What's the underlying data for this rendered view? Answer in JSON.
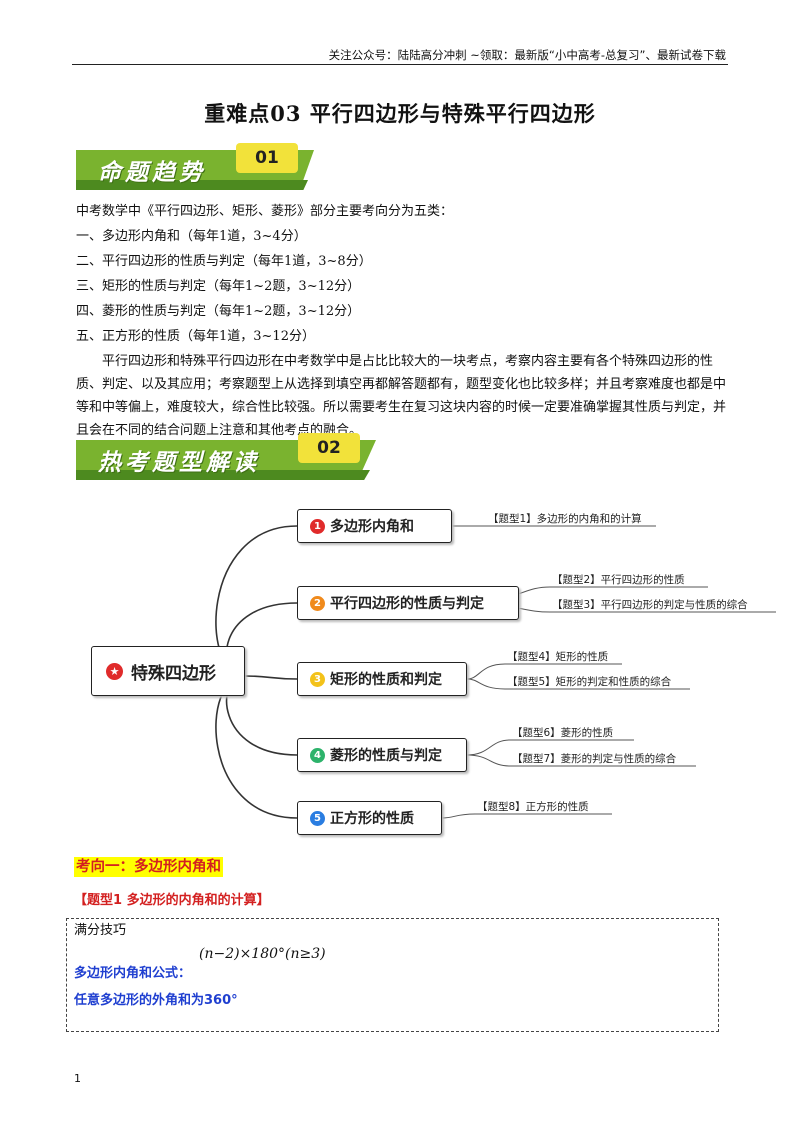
{
  "header": {
    "note": "关注公众号：陆陆高分冲刺  ~领取：最新版“小中高考-总复习”、最新试卷下载"
  },
  "title": "重难点03    平行四边形与特殊平行四边形",
  "banner1": {
    "label": "命题趋势",
    "number": "01"
  },
  "intro": {
    "lead": "中考数学中《平行四边形、矩形、菱形》部分主要考向分为五类：",
    "items": [
      "一、多边形内角和（每年1道，3~4分）",
      "二、平行四边形的性质与判定（每年1道，3~8分）",
      "三、矩形的性质与判定（每年1~2题，3~12分）",
      "四、菱形的性质与判定（每年1~2题，3~12分）",
      "五、正方形的性质（每年1道，3~12分）"
    ],
    "paragraph": "平行四边形和特殊平行四边形在中考数学中是占比比较大的一块考点，考察内容主要有各个特殊四边形的性质、判定、以及其应用；考察题型上从选择到填空再都解答题都有，题型变化也比较多样；并且考察难度也都是中等和中等偏上，难度较大，综合性比较强。所以需要考生在复习这块内容的时候一定要准确掌握其性质与判定，并且会在不同的结合问题上注意和其他考点的融合。"
  },
  "banner2": {
    "label": "热考题型解读",
    "number": "02"
  },
  "mindmap": {
    "center": "特殊四边形",
    "center_icon": "star-badge-icon",
    "nodes": [
      {
        "num": "1",
        "label": "多边形内角和",
        "color": "#e02b2b",
        "leaves": [
          "【题型1】多边形的内角和的计算"
        ]
      },
      {
        "num": "2",
        "label": "平行四边形的性质与判定",
        "color": "#f08a1c",
        "leaves": [
          "【题型2】平行四边形的性质",
          "【题型3】平行四边形的判定与性质的综合"
        ]
      },
      {
        "num": "3",
        "label": "矩形的性质和判定",
        "color": "#f3c21a",
        "leaves": [
          "【题型4】矩形的性质",
          "【题型5】矩形的判定和性质的综合"
        ]
      },
      {
        "num": "4",
        "label": "菱形的性质与判定",
        "color": "#2db36b",
        "leaves": [
          "【题型6】菱形的性质",
          "【题型7】菱形的判定与性质的综合"
        ]
      },
      {
        "num": "5",
        "label": "正方形的性质",
        "color": "#2a7de1",
        "leaves": [
          "【题型8】正方形的性质"
        ]
      }
    ]
  },
  "section": {
    "heading": "考向一：多边形内角和",
    "type_heading": "【题型1   多边形的内角和的计算】"
  },
  "tips": {
    "title": "满分技巧",
    "formula_label": "多边形内角和公式：",
    "formula": "(n−2)×180°(n≥3)",
    "line2": "任意多边形的外角和为360°"
  },
  "page_number": "1"
}
